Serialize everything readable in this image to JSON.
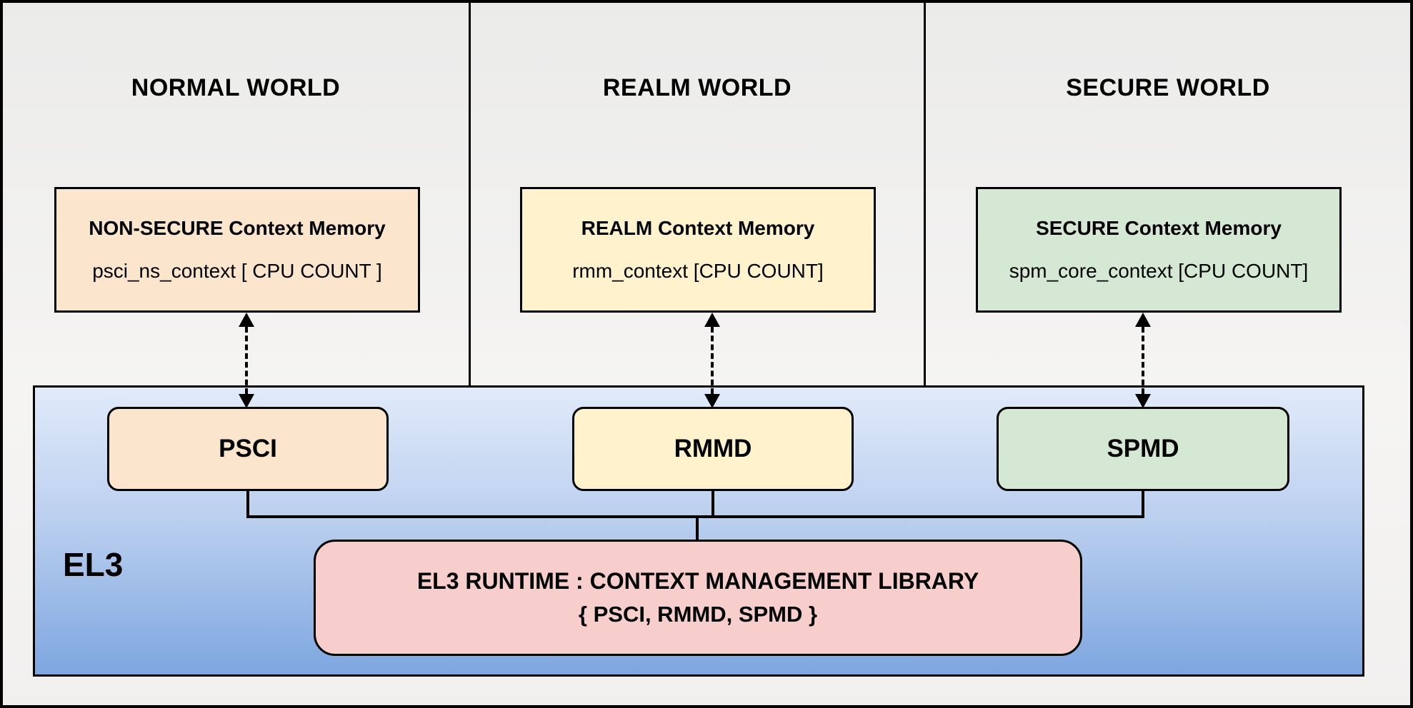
{
  "diagram": {
    "worlds": [
      {
        "title": "NORMAL WORLD",
        "memory_title": "NON-SECURE Context Memory",
        "memory_subtitle": "psci_ns_context  [ CPU COUNT ]",
        "component_label": "PSCI"
      },
      {
        "title": "REALM WORLD",
        "memory_title": "REALM Context Memory",
        "memory_subtitle": "rmm_context [CPU COUNT]",
        "component_label": "RMMD"
      },
      {
        "title": "SECURE WORLD",
        "memory_title": "SECURE Context Memory",
        "memory_subtitle": "spm_core_context  [CPU COUNT]",
        "component_label": "SPMD"
      }
    ],
    "el3_label": "EL3",
    "runtime_line1": "EL3 RUNTIME : CONTEXT MANAGEMENT LIBRARY",
    "runtime_line2": "{ PSCI, RMMD, SPMD }",
    "colors": {
      "normal_fill": "#fce5cd",
      "realm_fill": "#fff2cc",
      "secure_fill": "#d5e8d4",
      "el3_gradient_top": "#e0eafa",
      "el3_gradient_bottom": "#7ea6e0",
      "runtime_fill": "#f8cecc",
      "line_color": "#000000"
    }
  }
}
